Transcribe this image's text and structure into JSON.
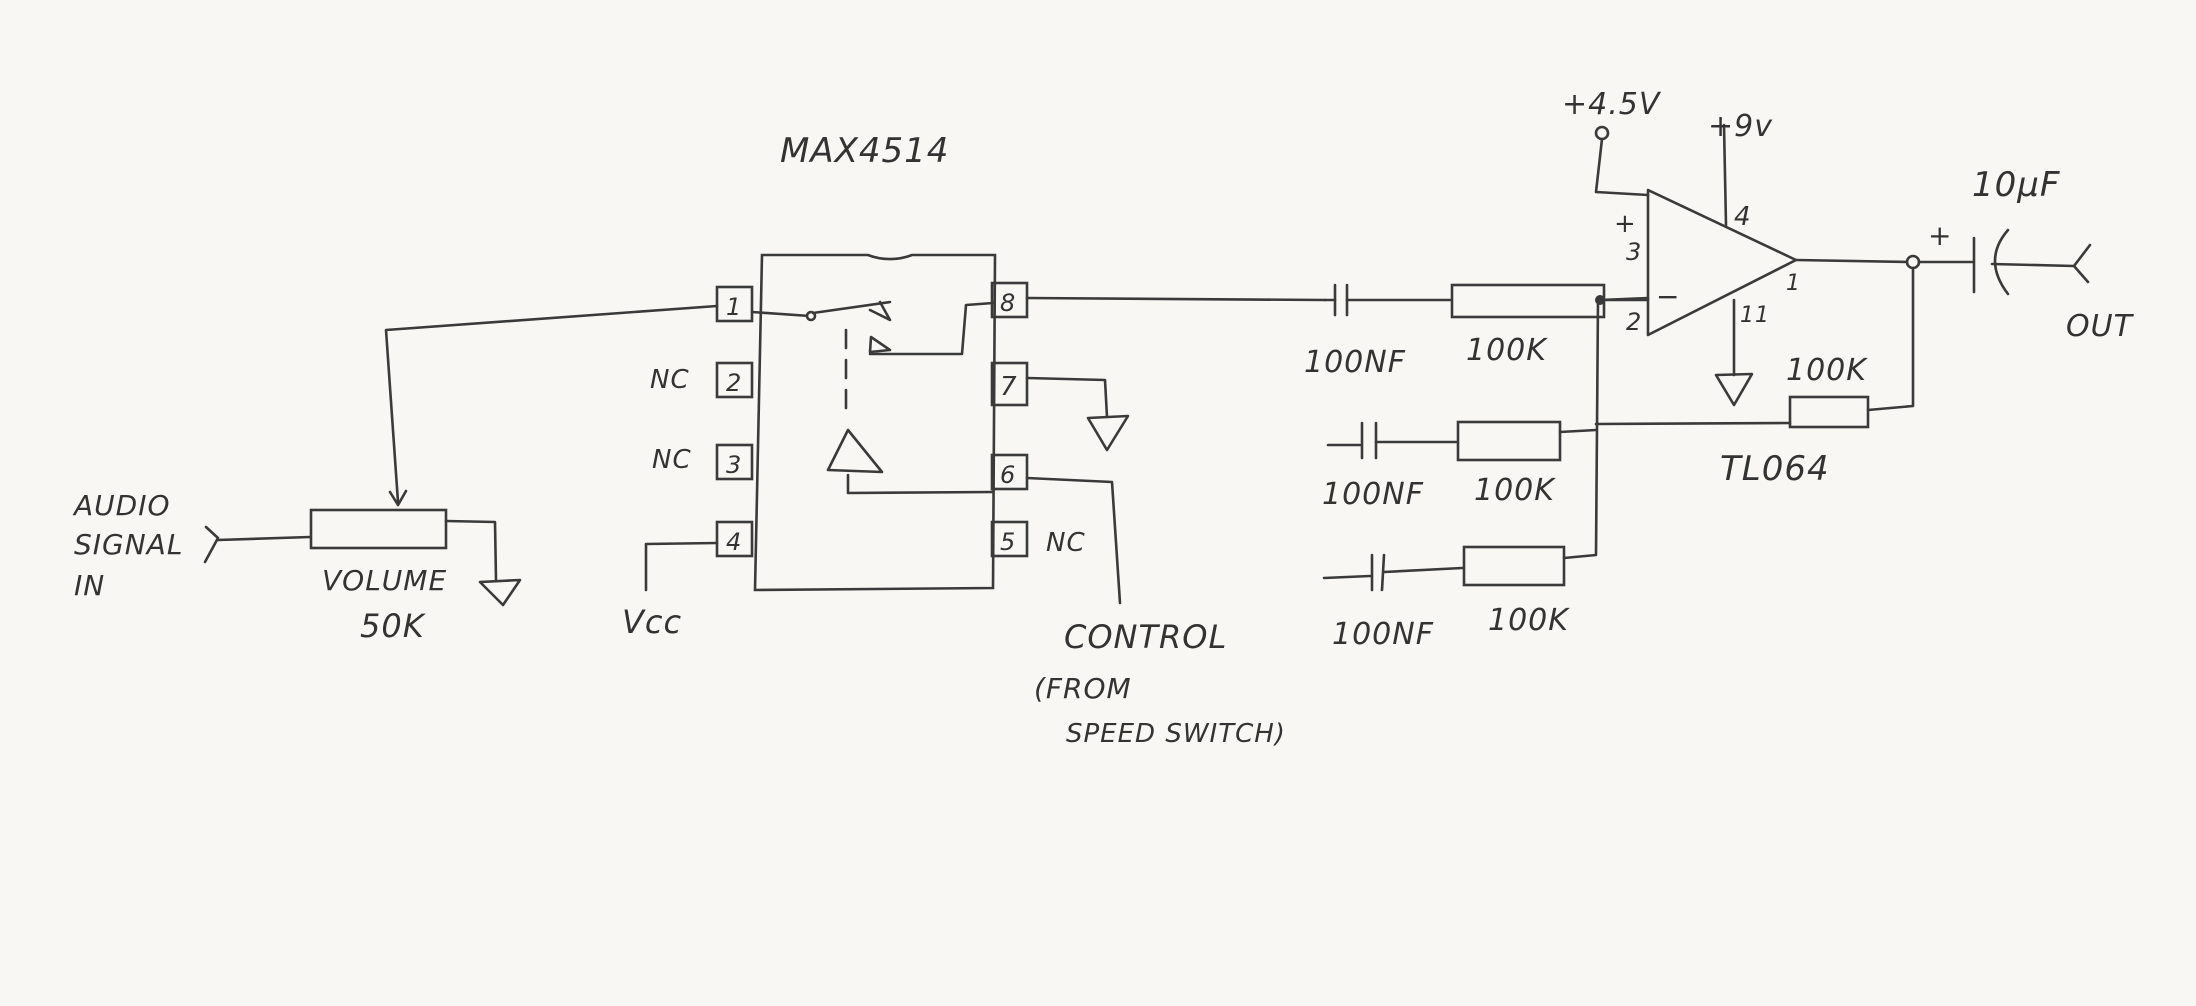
{
  "ic1": {
    "name": "MAX4514",
    "pins": {
      "p1": "1",
      "p2": "2",
      "p3": "3",
      "p4": "4",
      "p5": "5",
      "p6": "6",
      "p7": "7",
      "p8": "8"
    },
    "nc2": "NC",
    "nc3": "NC",
    "nc5": "NC",
    "vcc": "Vcc"
  },
  "input": {
    "line1": "AUDIO",
    "line2": "SIGNAL",
    "line3": "IN"
  },
  "volume": {
    "line1": "VOLUME",
    "line2": "50K"
  },
  "control": {
    "line1": "CONTROL",
    "line2": "(FROM",
    "line3": "SPEED SWITCH)"
  },
  "filter": {
    "c1": "100NF",
    "r1": "100K",
    "c2": "100NF",
    "r2": "100K",
    "c3": "100NF",
    "r3": "100K"
  },
  "opamp": {
    "name": "TL064",
    "supply_ref": "+4.5V",
    "supply_pos": "+9v",
    "pin_plus": "3",
    "pin_minus": "2",
    "pin_vcc": "4",
    "pin_gnd": "11",
    "pin_out": "1",
    "plus": "+",
    "minus": "−",
    "feedback": "100K"
  },
  "output": {
    "cap": "10µF",
    "plus": "+",
    "label": "OUT"
  }
}
